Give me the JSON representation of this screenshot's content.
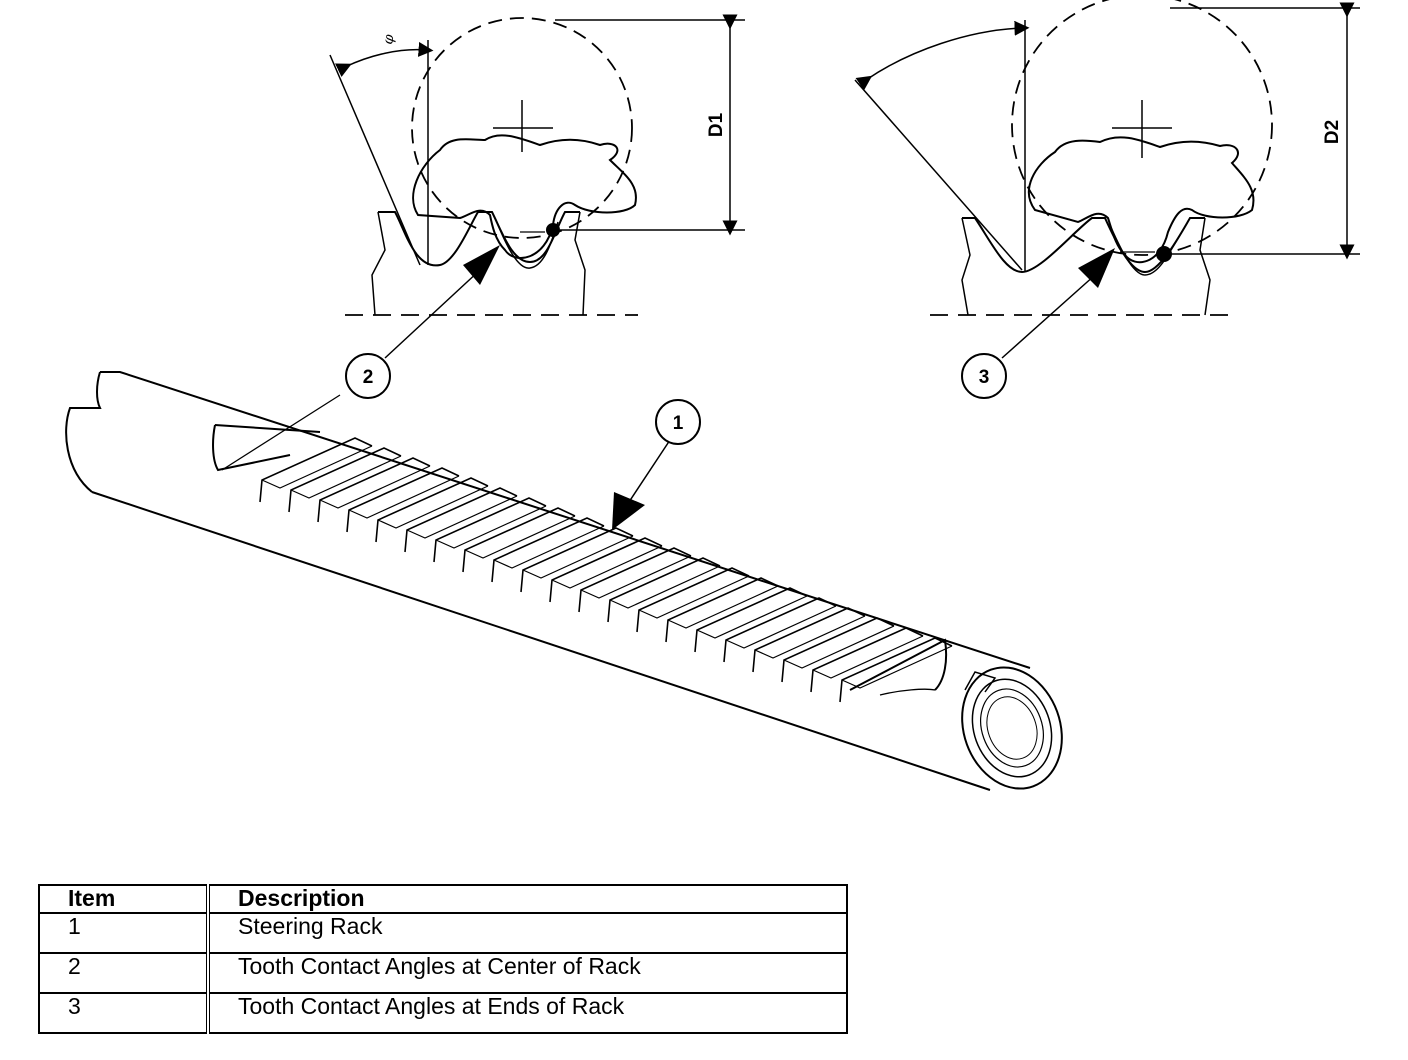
{
  "figure": {
    "callouts": {
      "rack": "1",
      "center_contact": "2",
      "end_contact": "3"
    },
    "dimensions": {
      "center_depth": "D1",
      "end_depth": "D2"
    },
    "angle_symbol": "φ"
  },
  "legend": {
    "headers": {
      "item": "Item",
      "description": "Description"
    },
    "rows": [
      {
        "item": "1",
        "description": "Steering Rack"
      },
      {
        "item": "2",
        "description": "Tooth Contact Angles at Center of Rack"
      },
      {
        "item": "3",
        "description": "Tooth Contact Angles at Ends of Rack"
      }
    ]
  }
}
